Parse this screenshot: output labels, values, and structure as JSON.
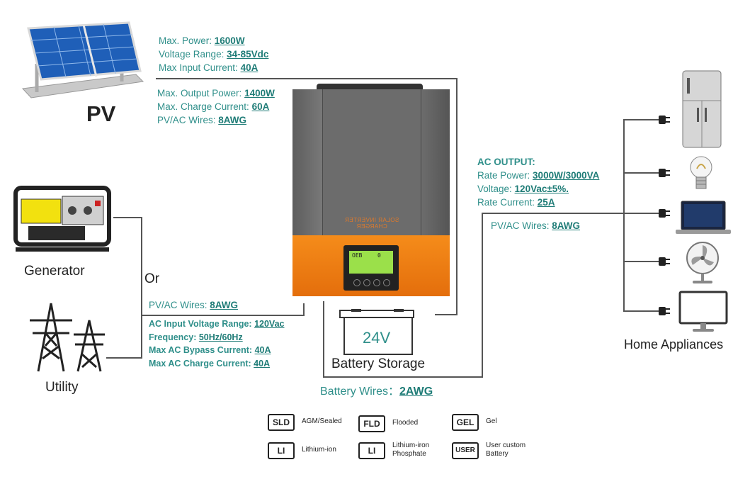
{
  "pv": {
    "label": "PV",
    "specs": [
      {
        "k": "Max. Power: ",
        "v": "1600W"
      },
      {
        "k": "Voltage Range: ",
        "v": "34-85Vdc"
      },
      {
        "k": "Max Input Current: ",
        "v": "40A"
      }
    ],
    "specs2": [
      {
        "k": "Max. Output Power: ",
        "v": "1400W"
      },
      {
        "k": "Max. Charge Current: ",
        "v": "60A"
      },
      {
        "k": "PV/AC Wires:  ",
        "v": "8AWG"
      }
    ]
  },
  "inverter": {
    "front_text": "SOLAR INVERTER CHARGER",
    "lcd_left": "OEB",
    "lcd_right": "0"
  },
  "generator": {
    "label": "Generator"
  },
  "or_label": "Or",
  "utility": {
    "label": "Utility"
  },
  "ac_input": {
    "wires": {
      "k": "PV/AC Wires:  ",
      "v": "8AWG"
    },
    "specs": [
      {
        "k": "AC Input Voltage Range: ",
        "v": "120Vac"
      },
      {
        "k": "Frequency: ",
        "v": "50Hz/60Hz"
      },
      {
        "k": "Max AC Bypass Current: ",
        "v": "40A"
      },
      {
        "k": "Max AC Charge Current: ",
        "v": "40A"
      }
    ]
  },
  "battery": {
    "voltage": "24V",
    "label": "Battery Storage",
    "wires_k": "Battery Wires：",
    "wires_v": "2AWG"
  },
  "ac_output": {
    "title": "AC OUTPUT:",
    "specs": [
      {
        "k": "Rate Power: ",
        "v": "3000W/3000VA"
      },
      {
        "k": "Voltage: ",
        "v": "120Vac±5%."
      },
      {
        "k": "Rate Current: ",
        "v": "25A"
      }
    ],
    "wires": {
      "k": "PV/AC Wires:  ",
      "v": "8AWG"
    }
  },
  "appliances": {
    "label": "Home Appliances",
    "icons": [
      "refrigerator-icon",
      "light-bulb-icon",
      "laptop-icon",
      "fan-icon",
      "monitor-icon"
    ]
  },
  "battery_types": [
    {
      "code": "SLD",
      "name": "AGM/Sealed"
    },
    {
      "code": "FLD",
      "name": "Flooded"
    },
    {
      "code": "GEL",
      "name": "Gel"
    },
    {
      "code": "LI",
      "name": "Lithium-ion"
    },
    {
      "code": "LI",
      "name": "Lithium-iron Phosphate"
    },
    {
      "code": "USER",
      "name": "User custom Battery"
    }
  ],
  "colors": {
    "spec_text": "#2f8f8a",
    "inverter_body": "#6e6e6e",
    "inverter_panel": "#f07f14",
    "lcd": "#9be04a"
  }
}
